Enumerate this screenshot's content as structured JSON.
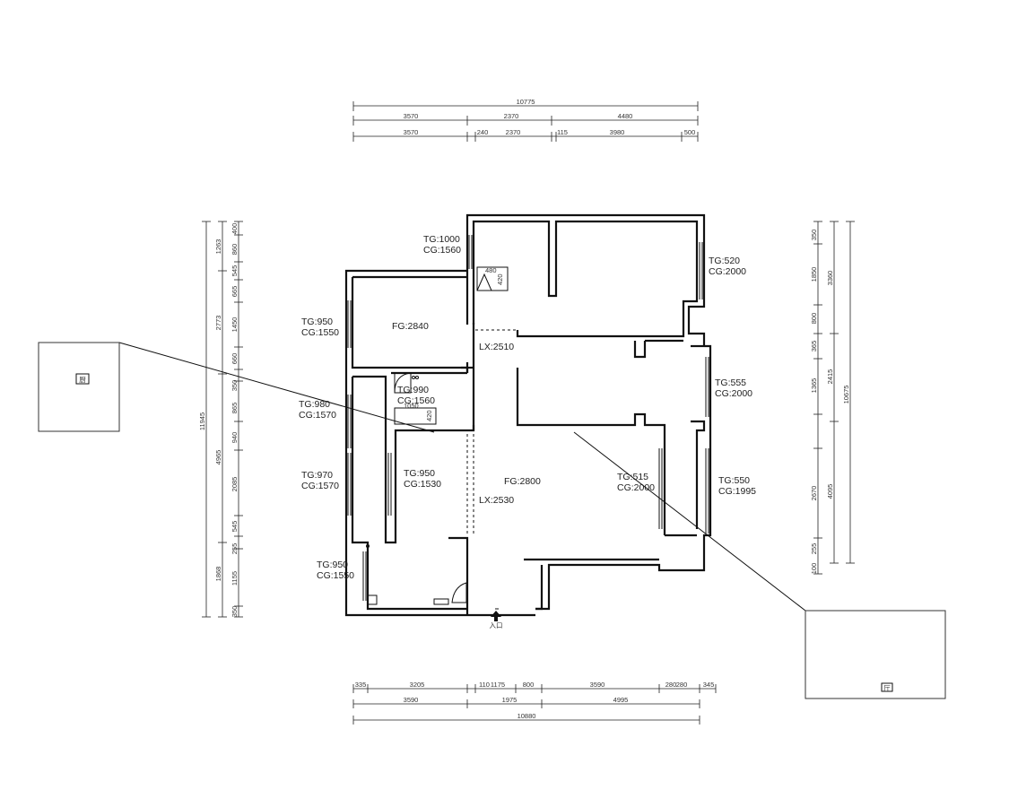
{
  "rooms": {
    "tg_top": [
      "TG:1000",
      "CG:1560"
    ],
    "tg_right_top": [
      "TG:520",
      "CG:2000"
    ],
    "tg_left_top": [
      "TG:950",
      "CG:1550"
    ],
    "fg_top": "FG:2840",
    "lx_top": "LX:2510",
    "tg_right_mid": [
      "TG:555",
      "CG:2000"
    ],
    "tg_small": [
      "TG:990",
      "CG:1560"
    ],
    "tg_left_mid": [
      "TG:980",
      "CG:1570"
    ],
    "tg_inner": [
      "TG:950",
      "CG:1530"
    ],
    "fg_center": "FG:2800",
    "lx_center": "LX:2530",
    "tg_center_right": [
      "TG:515",
      "CG:2000"
    ],
    "tg_right_low": [
      "TG:550",
      "CG:1995"
    ],
    "tg_left_low": [
      "TG:970",
      "CG:1570"
    ],
    "tg_bottom_left": [
      "TG:950",
      "CG:1550"
    ]
  },
  "fixtures": {
    "small_w": "480",
    "small_h": "420",
    "mid_w": "1050",
    "mid_h": "420"
  },
  "top_dims": {
    "overall": "10775",
    "row2": [
      "3570",
      "2370",
      "4480"
    ],
    "row3": [
      "3570",
      "240",
      "2370",
      "115",
      "3980",
      "500"
    ]
  },
  "bottom_dims": {
    "row1": [
      "335",
      "3205",
      "110",
      "1175",
      "800",
      "3590",
      "280",
      "280",
      "345"
    ],
    "row2": [
      "3590",
      "1975",
      "4995"
    ],
    "overall": "10880"
  },
  "left_dims": {
    "overall": "11945",
    "mid": [
      "2773",
      "4965",
      "1868"
    ],
    "inner": [
      "400",
      "1263",
      "860",
      "545",
      "665",
      "1450",
      "660",
      "350",
      "865",
      "940",
      "2085",
      "545",
      "255",
      "1155",
      "350"
    ]
  },
  "right_dims": {
    "overall": "10675",
    "mid": [
      "3360",
      "2415",
      "4095"
    ],
    "inner": [
      "350",
      "1850",
      "800",
      "365",
      "1365",
      "2670",
      "100",
      "255"
    ]
  },
  "callouts": {
    "left_icon": "厨",
    "right_icon": "厅"
  }
}
